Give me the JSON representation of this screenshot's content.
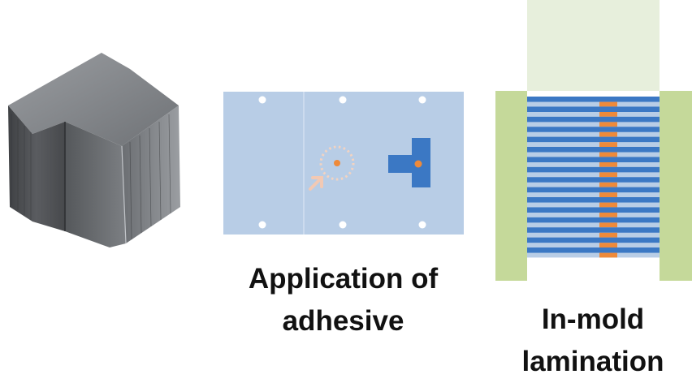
{
  "captions": {
    "adhesive": "Application of adhesive",
    "lamination": "In-mold lamination"
  },
  "colors": {
    "sheet_fill": "#b8cde6",
    "sheet_divider": "#d3e0f0",
    "pin_hole": "#ffffff",
    "adhesive_dot": "#ee8a3a",
    "adhesive_ring": "#f2c9b4",
    "punch": "#3b78c4",
    "lamina_dark": "#3b78c4",
    "lamina_light": "#b8cde6",
    "mold_side": "#c5d99a",
    "mold_top": "#e7efdc",
    "steel_dark": "#4a4c4f",
    "steel_light": "#8d9094"
  },
  "lamination": {
    "lamina_count": 16
  }
}
